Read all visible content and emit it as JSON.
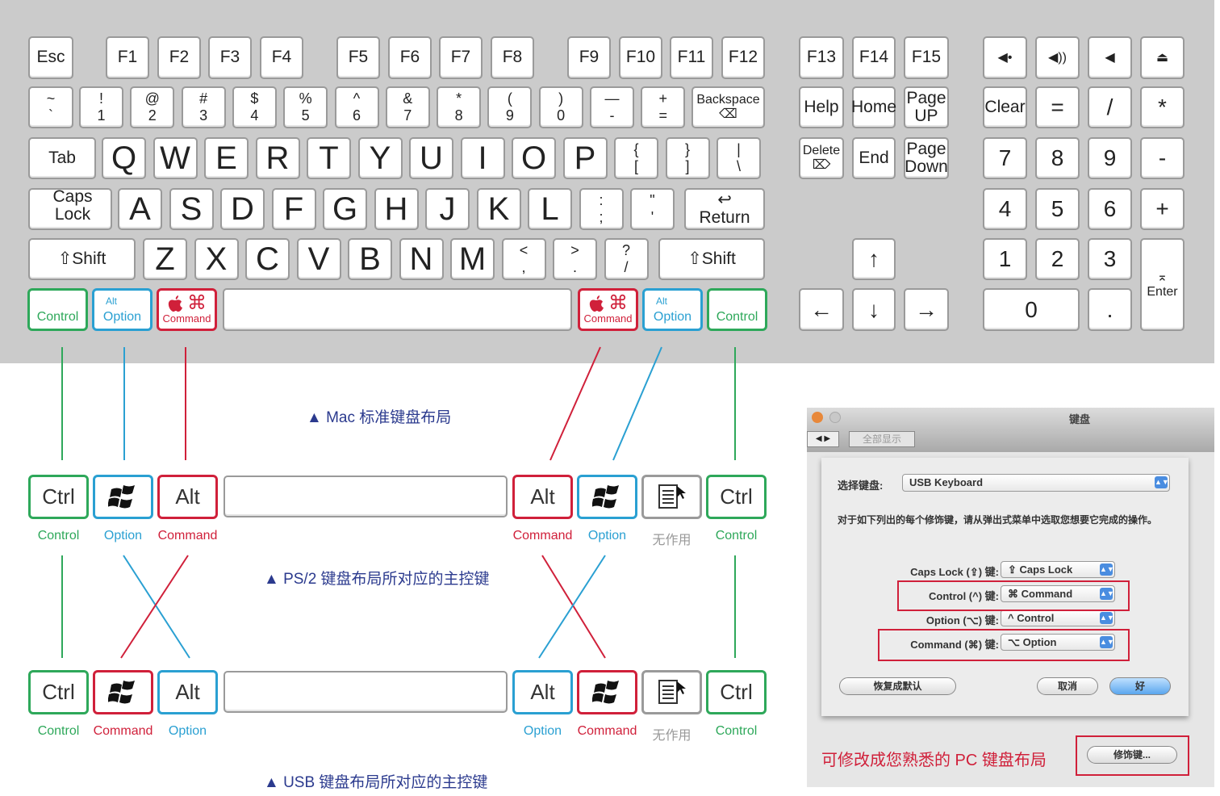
{
  "keyboard": {
    "row0": [
      "Esc",
      "F1",
      "F2",
      "F3",
      "F4",
      "F5",
      "F6",
      "F7",
      "F8",
      "F9",
      "F10",
      "F11",
      "F12",
      "F13",
      "F14",
      "F15",
      "◀•",
      "◀))",
      "◀",
      "⏏"
    ],
    "row1": [
      "~\n`",
      "!\n1",
      "@\n2",
      "#\n3",
      "$\n4",
      "%\n5",
      "^\n6",
      "&\n7",
      "*\n8",
      "(\n9",
      ")\n0",
      "—\n-",
      "+\n=",
      "Backspace\n⌫",
      "Help",
      "Home",
      "Page\nUP",
      "Clear",
      "=",
      "/",
      "*"
    ],
    "row2": [
      "Tab",
      "Q",
      "W",
      "E",
      "R",
      "T",
      "Y",
      "U",
      "I",
      "O",
      "P",
      "{\n[",
      "}\n]",
      "|\n\\",
      "Delete\n⌦",
      "End",
      "Page\nDown",
      "7",
      "8",
      "9",
      "-"
    ],
    "row3": [
      "Caps Lock",
      "A",
      "S",
      "D",
      "F",
      "G",
      "H",
      "J",
      "K",
      "L",
      ":\n;",
      "\"\n'",
      "↩\nReturn",
      "4",
      "5",
      "6",
      "+"
    ],
    "row4": [
      "⇧Shift",
      "Z",
      "X",
      "C",
      "V",
      "B",
      "N",
      "M",
      "<\n,",
      ">\n.",
      "?\n/",
      "⇧Shift",
      "↑",
      "1",
      "2",
      "3",
      "⌅\nEnter"
    ],
    "row5": [
      "",
      "←",
      "↓",
      "→",
      "0",
      "."
    ],
    "mods": {
      "control": "Control",
      "alt": "Alt",
      "option": "Option",
      "command": "Command",
      "cmd_symbol": "⌘"
    }
  },
  "media_icons": [
    "volume-down-icon",
    "volume-up-icon",
    "mute-icon",
    "eject-icon"
  ],
  "titles": {
    "mac": "▲ Mac 标准键盘布局",
    "ps2": "▲ PS/2 键盘布局所对应的主控键",
    "usb": "▲ USB 键盘布局所对应的主控键"
  },
  "ps2": {
    "keys": [
      "Ctrl",
      "Alt",
      "Alt",
      "Ctrl"
    ],
    "labels": [
      "Control",
      "Option",
      "Command",
      "Command",
      "Option",
      "无作用",
      "Control"
    ]
  },
  "usb": {
    "keys": [
      "Ctrl",
      "Alt",
      "Alt",
      "Ctrl"
    ],
    "labels": [
      "Control",
      "Command",
      "Option",
      "Option",
      "Command",
      "无作用",
      "Control"
    ]
  },
  "dialog": {
    "window_title": "键盘",
    "show_all": "全部显示",
    "select_label": "选择键盘:",
    "select_value": "USB Keyboard",
    "instructions": "对于如下列出的每个修饰键，请从弹出式菜单中选取您想要它完成的操作。",
    "rows": [
      {
        "label": "Caps Lock (⇪) 键:",
        "value": "⇪ Caps Lock"
      },
      {
        "label": "Control (^) 键:",
        "value": "⌘ Command"
      },
      {
        "label": "Option (⌥) 键:",
        "value": "^ Control"
      },
      {
        "label": "Command (⌘) 键:",
        "value": "⌥ Option"
      }
    ],
    "restore": "恢复成默认",
    "cancel": "取消",
    "ok": "好",
    "caption": "可修改成您熟悉的 PC 键盘布局",
    "modifier_button": "修饰键..."
  },
  "colors": {
    "control": "#2ea85a",
    "option": "#2aa0d2",
    "command": "#d0203a",
    "title": "#2b3a8e"
  }
}
